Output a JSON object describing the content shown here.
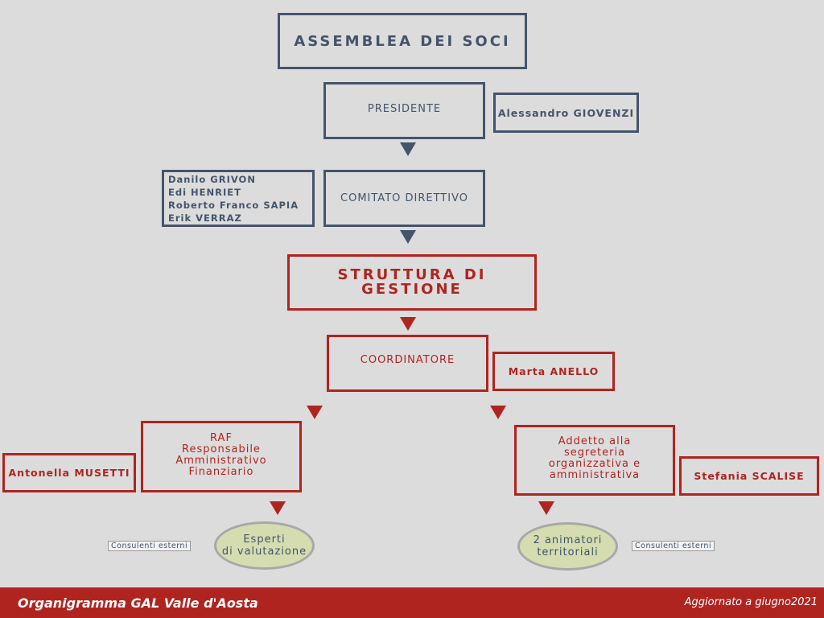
{
  "assemblea": "ASSEMBLEA DEI SOCI",
  "presidente": {
    "label": "PRESIDENTE",
    "name": "Alessandro GIOVENZI"
  },
  "comitato": {
    "label": "COMITATO DIRETTIVO",
    "members": [
      "Danilo GRIVON",
      "Edi HENRIET",
      "Roberto Franco SAPIA",
      "Erik VERRAZ"
    ]
  },
  "struttura": [
    "STRUTTURA DI",
    "GESTIONE"
  ],
  "coordinatore": {
    "label": "COORDINATORE",
    "name": "Marta ANELLO"
  },
  "raf": {
    "lines": [
      "RAF",
      "Responsabile",
      "Amministrativo",
      "Finanziario"
    ],
    "name": "Antonella MUSETTI"
  },
  "addetto": {
    "lines": [
      "Addetto alla",
      "segreteria",
      "organizzativa e",
      "amministrativa"
    ],
    "name": "Stefania SCALISE"
  },
  "esperti": {
    "lines": [
      "Esperti",
      "di valutazione"
    ],
    "tag": "Consulenti esterni"
  },
  "animatori": {
    "lines": [
      "2 animatori",
      "territoriali"
    ],
    "tag": "Consulenti esterni"
  },
  "footer": {
    "left": "Organigramma GAL Valle d'Aosta",
    "right": "Aggiornato a giugno2021"
  },
  "colors": {
    "blue": "#44546a",
    "red": "#b02420",
    "background": "#dcdcdc",
    "ellipse": "#d5dcb0"
  }
}
